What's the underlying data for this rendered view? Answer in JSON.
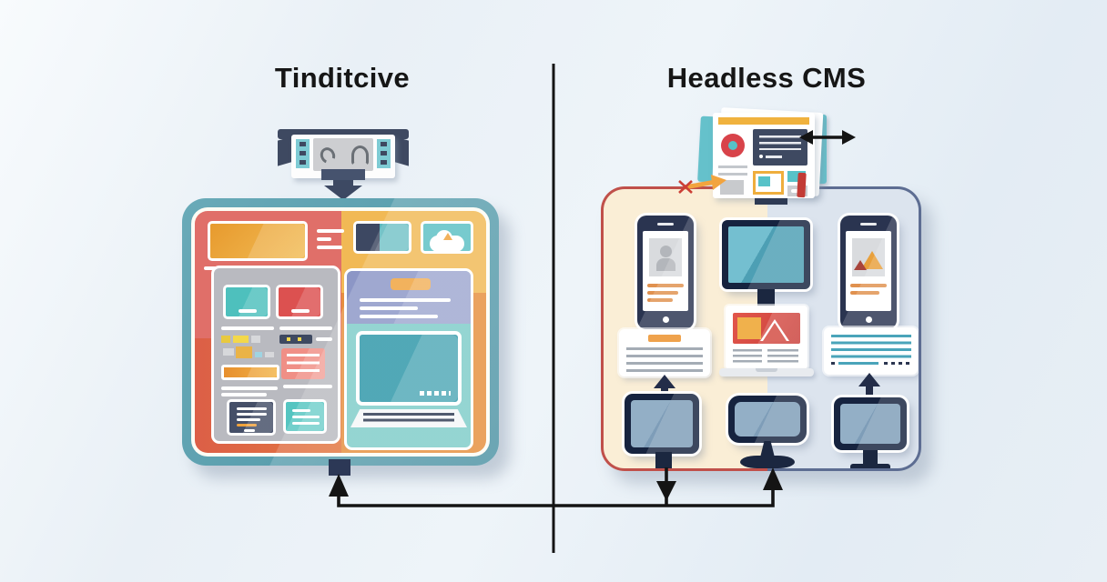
{
  "titles": {
    "left": "Tinditcive",
    "right": "Headless CMS"
  },
  "colors": {
    "bg": "#e9f0f6",
    "streak": "#f8fbfd",
    "ink": "#141414",
    "title": "#161616",
    "panel_teal": "#5b9fae",
    "panel_cream": "#fdfcf4",
    "quad_red": "#e06f69",
    "quad_yellow": "#f1b955",
    "quad_orange_red": "#dc5f47",
    "quad_orange": "#e68f3f",
    "hero_orange": "#eda93f",
    "gray_panel": "#b9bac0",
    "box_teal": "#4ec0bd",
    "box_red": "#dc5150",
    "navy": "#3e4961",
    "dark_navy": "#232d49",
    "periwinkle": "#8c96c6",
    "teal_area": "#7fcdc9",
    "screen_teal": "#2e97a8",
    "orange_accent": "#efa23c",
    "salmon": "#f08f86",
    "cream": "#faeed6",
    "lblue": "#dce4ee",
    "border_red": "#c0504a",
    "border_slate": "#5d6d92",
    "phone_navy": "#2a3450",
    "frame_navy": "#16233f",
    "steel": "#7e9db8",
    "steel_light": "#93afc6",
    "mon_teal": "#4d9fb4",
    "mon_teal_light": "#74bfd0",
    "gray_line": "#a4acb5",
    "teal_line": "#4aa4ba",
    "orange_line": "#e0914f",
    "yellow_bar": "#f0b23e",
    "red_circle": "#d8434a",
    "teal_dot": "#57c2c8",
    "strip_teal": "#65c1cb",
    "film_teal": "#7ecbd4",
    "film_gray": "#cdced1"
  },
  "icons": {
    "left_top": "film-strip-browser-icon",
    "left_panel": [
      "hero-image-box",
      "thumbnail-split-box",
      "thumbnail-cloud-box",
      "content-grid-panel",
      "sidebar-panel",
      "desktop-monitor-icon",
      "keyboard-icon"
    ],
    "right_top": "cms-document-icon",
    "right_top_arrows": [
      "sync-double-arrow-icon",
      "publish-arrow-icon"
    ],
    "right_panel": [
      "smartphone-icon",
      "desktop-monitor-icon",
      "smartphone-icon",
      "content-card",
      "laptop-card",
      "content-card",
      "monitor-icon",
      "monitor-icon",
      "monitor-icon"
    ],
    "connectors": [
      "down-arrow-icon",
      "up-arrow-icon",
      "flow-line"
    ]
  }
}
